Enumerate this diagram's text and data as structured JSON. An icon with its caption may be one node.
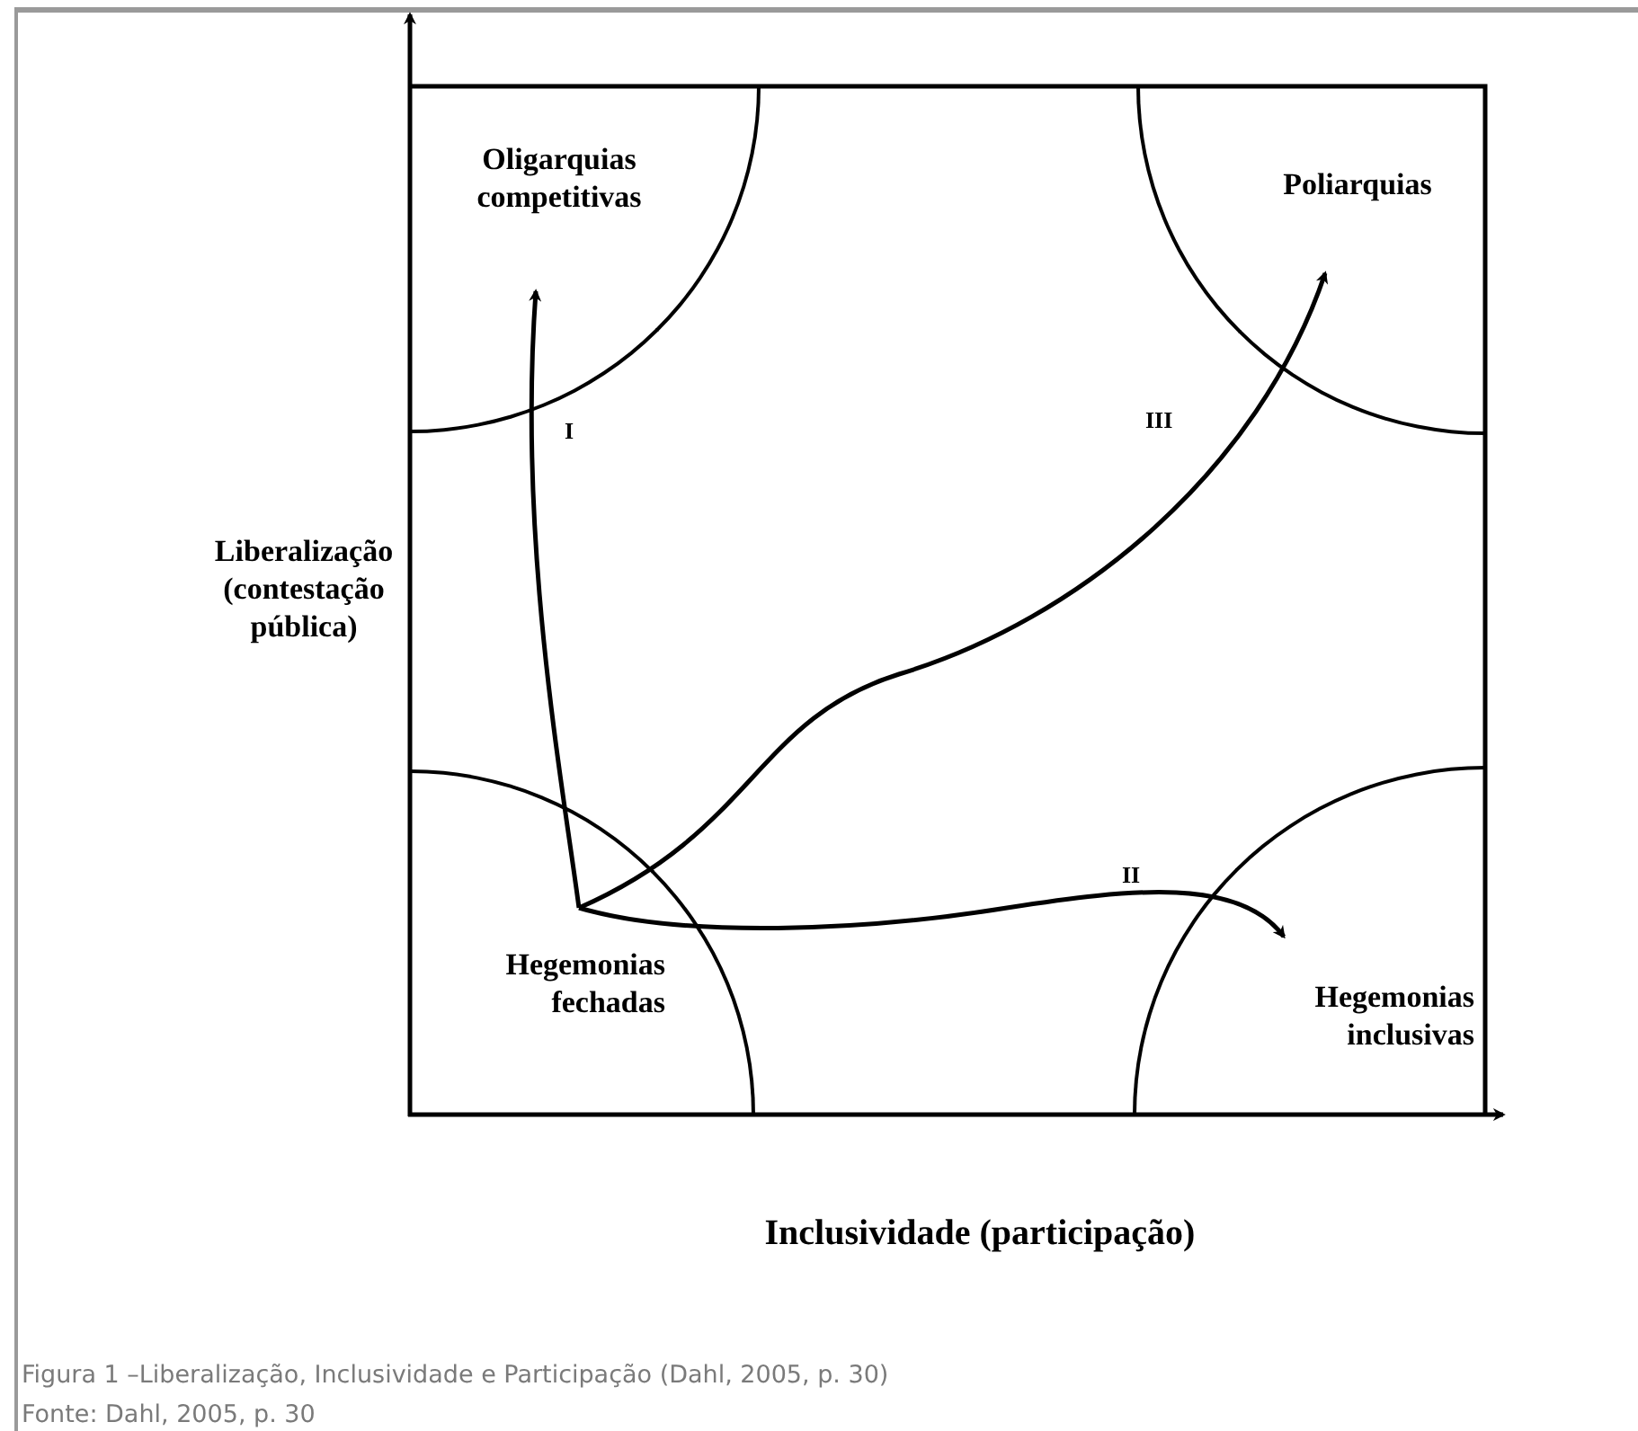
{
  "diagram": {
    "caption": "Figura 1 –Liberalização, Inclusividade e Participação (Dahl, 2005, p. 30)",
    "nodes": [
      {
        "text": [
          "Oligarquias competitivas"
        ]
      },
      {
        "text": [
          "Poliarquias"
        ]
      },
      {
        "text": [
          "Hegemonias fechadas"
        ]
      },
      {
        "text": [
          "Hegemonias inclusivas"
        ]
      }
    ],
    "edges": [
      {
        "from": 2,
        "to": 0,
        "arrow": "to",
        "label": "I"
      },
      {
        "from": 2,
        "to": 3,
        "arrow": "to",
        "label": "II"
      },
      {
        "from": 2,
        "to": 1,
        "arrow": "to",
        "label": "III"
      }
    ],
    "labels": [
      "Liberalização (contestação pública)",
      "Inclusividade (participação)",
      "Fonte: Dahl, 2005, p. 30"
    ]
  }
}
